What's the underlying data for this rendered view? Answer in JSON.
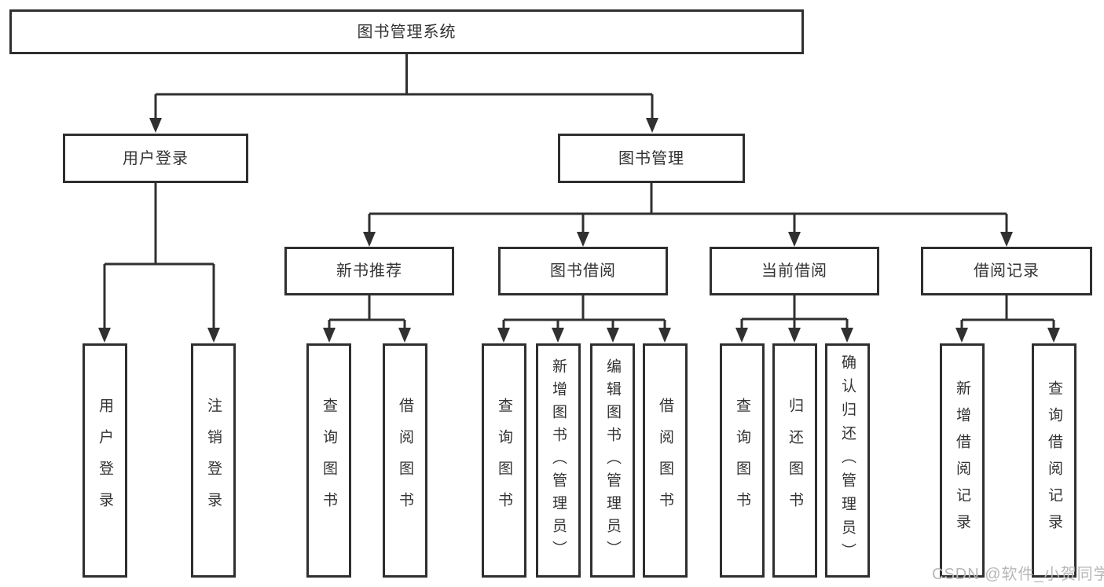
{
  "diagram_title": "图书管理系统",
  "tree": {
    "label": "图书管理系统",
    "children": [
      {
        "label": "用户登录",
        "children": [
          {
            "label": "用户登录"
          },
          {
            "label": "注销登录"
          }
        ]
      },
      {
        "label": "图书管理",
        "children": [
          {
            "label": "新书推荐",
            "children": [
              {
                "label": "查询图书"
              },
              {
                "label": "借阅图书"
              }
            ]
          },
          {
            "label": "图书借阅",
            "children": [
              {
                "label": "查询图书"
              },
              {
                "label": "新增图书（管理员）"
              },
              {
                "label": "编辑图书（管理员）"
              },
              {
                "label": "借阅图书"
              }
            ]
          },
          {
            "label": "当前借阅",
            "children": [
              {
                "label": "查询图书"
              },
              {
                "label": "归还图书"
              },
              {
                "label": "确认归还（管理员）"
              }
            ]
          },
          {
            "label": "借阅记录",
            "children": [
              {
                "label": "新增借阅记录"
              },
              {
                "label": "查询借阅记录"
              }
            ]
          }
        ]
      }
    ]
  },
  "watermark": {
    "text": "CSDN @软件_小贺同学"
  },
  "colors": {
    "line": "#303030",
    "box_border": "#2f2f2f",
    "text": "#333333",
    "watermark": "#b8b8b8",
    "background": "#ffffff"
  }
}
